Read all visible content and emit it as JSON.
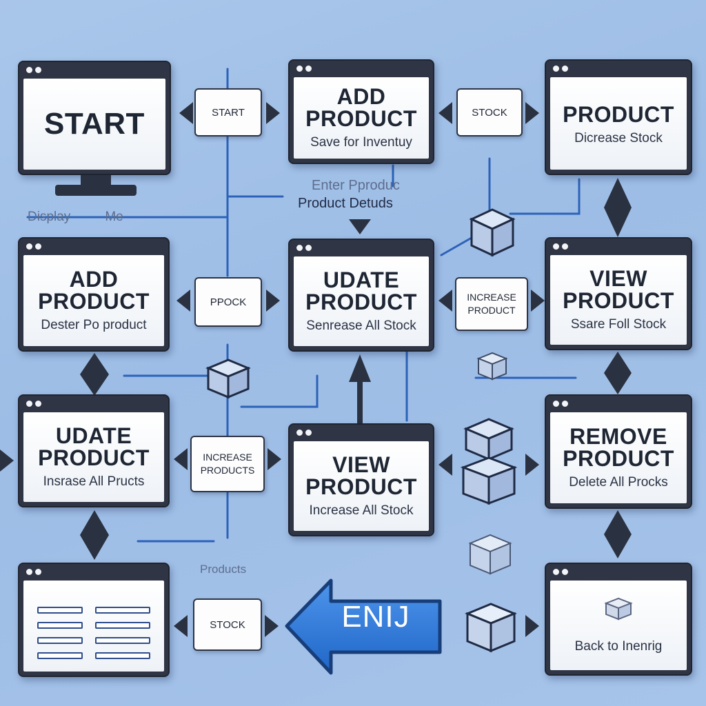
{
  "windows": {
    "w1": {
      "title": "START",
      "subtitle": ""
    },
    "w2": {
      "title": "ADD\nPRODUCT",
      "subtitle": "Save for Inventuy"
    },
    "w3": {
      "faint": "",
      "title": "PRODUCT",
      "subtitle": "Dicrease Stock"
    },
    "w4": {
      "title": "ADD\nPRODUCT",
      "subtitle": "Dester Po product"
    },
    "w5": {
      "title": "UDATE\nPRODUCT",
      "subtitle": "Senrease All Stock"
    },
    "w6": {
      "title": "VIEW\nPRODUCT",
      "subtitle": "Ssare Foll Stock"
    },
    "w7": {
      "title": "UDATE\nPRODUCT",
      "subtitle": "Insrase All Pructs"
    },
    "w8": {
      "title": "VIEW\nPRODUCT",
      "subtitle": "Increase All Stock"
    },
    "w9": {
      "title": "REMOVE\nPRODUCT",
      "subtitle": "Delete All Procks"
    },
    "w11": {
      "title": "",
      "subtitle": "Back to Inenrig"
    }
  },
  "connectors": {
    "c1": "START",
    "c2": "STOCK",
    "c3": "PPOCK",
    "c4": "INCREASE\nPRODUCT",
    "c5": "INCREASE\nPRODUCTS",
    "c6": "STOCK"
  },
  "floating": {
    "enter_details_1": "Enter Pproduc",
    "enter_details_2": "Product Detuds",
    "display_menu_1": "Display",
    "display_menu_2": "Me",
    "products": "Products"
  },
  "end_button": {
    "label": "ENIJ",
    "color": "#2a78d8"
  },
  "colors": {
    "background": "#a3c1e8",
    "window_frame": "#2f3544",
    "line": "#2c62b8"
  }
}
